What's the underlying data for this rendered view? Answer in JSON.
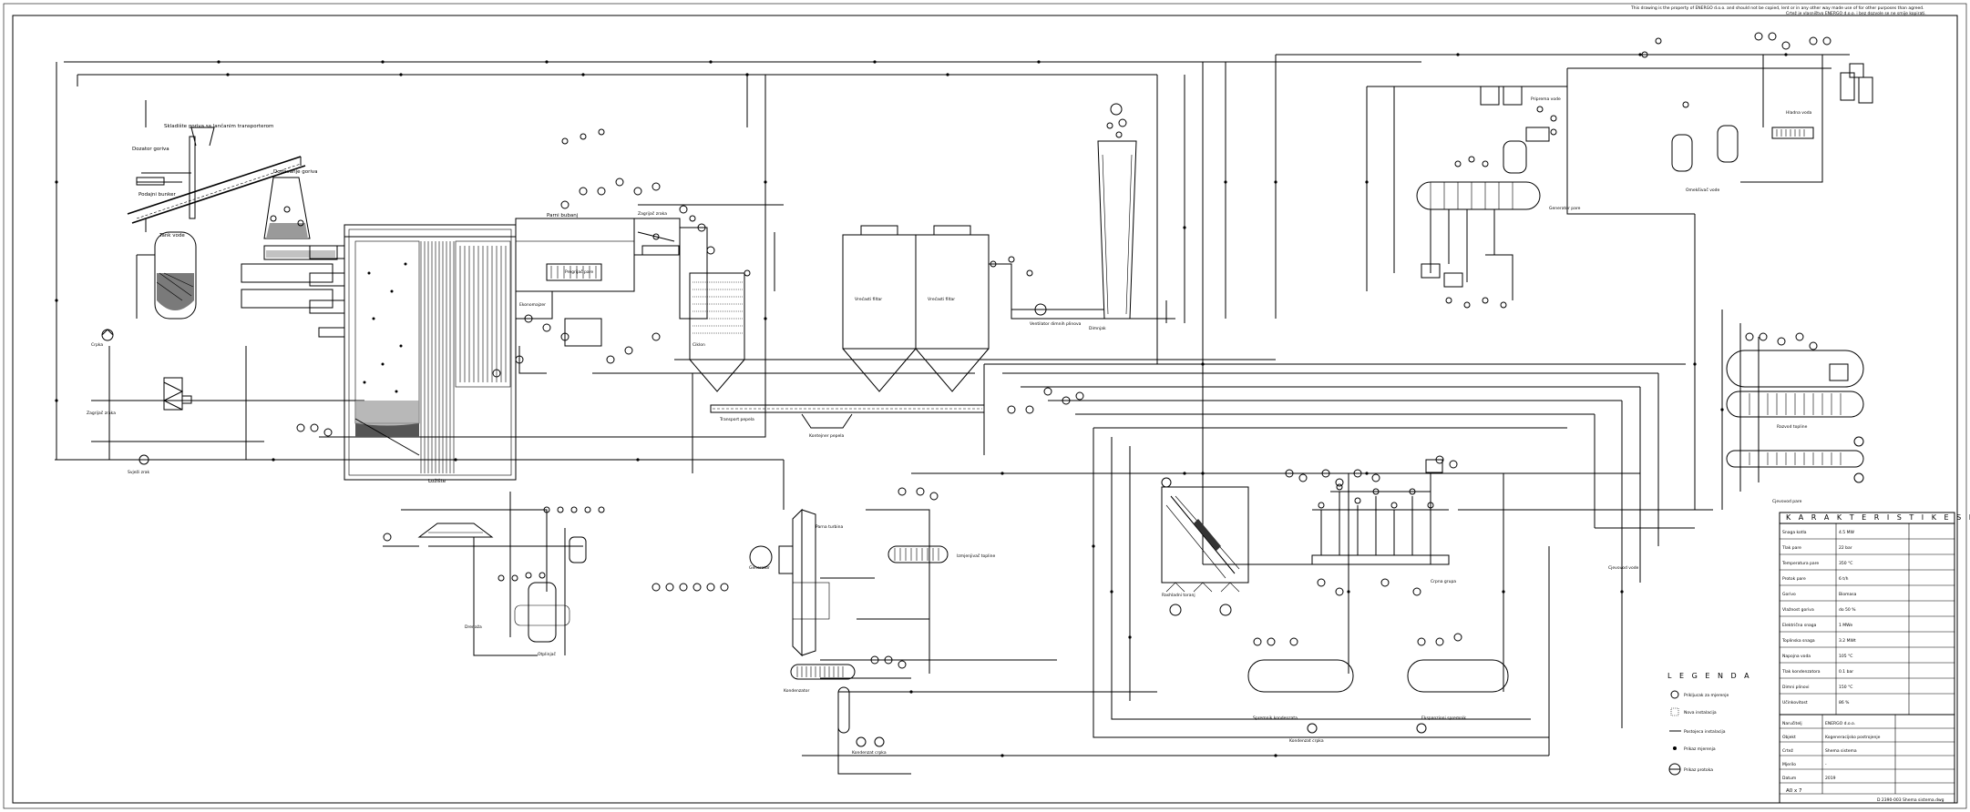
{
  "sheet": {
    "top_note_1": "This drawing is the property of ENERGO d.o.o. and should not be copied, lent or in any other way made use of for other purposes than agreed.",
    "top_note_2": "Crtež je vlasništvo ENERGO d.o.o. i bez dozvole se ne smije kopirati."
  },
  "labels": {
    "biomass_conveyor": "Skladište goriva sa lančanim transporterom",
    "fuel_bunker": "Podajni bunker",
    "fuel_feed": "Dozator goriva",
    "fuel_feed_2": "Dodavanje goriva",
    "hot_water_tank": "Tank vode",
    "feed_pump": "Crpka",
    "air_preheater": "Zagrijač zraka",
    "fresh_air": "Svježi zrak",
    "steam_drum": "Parni bubanj",
    "superheater": "Pregrijač pare",
    "economizer": "Ekonomajzer",
    "air_heater": "Zagrijač zraka",
    "flue_cyclone": "Ciklon",
    "bag_filter_1": "Vrećasti filtar",
    "bag_filter_2": "Vrećasti filtar",
    "flue_fan": "Ventilator dimnih plinova",
    "chimney": "Dimnjak",
    "ash_transport": "Transport pepela",
    "ash_container": "Kontejner pepela",
    "furnace": "Ložište",
    "deaerator": "Otplinjač",
    "turbine": "Parna turbina",
    "generator": "Generator",
    "condenser": "Kondenzator",
    "cooling_tower": "Rashladni toranj",
    "condensate_tank": "Spremnik kondenzata",
    "heat_exchanger": "Izmjenjivač topline",
    "steam_generator": "Generator pare",
    "flash_tank": "Ekspanzioni spremnik",
    "cond_pump_1": "Kondenzat crpka",
    "cond_pump_2": "Kondenzat crpka",
    "water_treatment": "Priprema vode",
    "softener": "Omekšivač vode",
    "heating_out": "Razvod topline",
    "pump_group": "Crpna grupa",
    "drain": "Drenaža",
    "cold_water": "Hladna voda",
    "pipe_1": "Cjevovod pare",
    "pipe_2": "Cjevovod vode"
  },
  "characteristics": {
    "title": "K A R A K T E R I S T I K E   S I S T E M A",
    "rows": [
      [
        "Snaga kotla",
        "4.5 MW"
      ],
      [
        "Tlak pare",
        "22 bar"
      ],
      [
        "Temperatura pare",
        "350 °C"
      ],
      [
        "Protok pare",
        "6 t/h"
      ],
      [
        "Gorivo",
        "Biomasa"
      ],
      [
        "Vlažnost goriva",
        "do 50 %"
      ],
      [
        "Električna snaga",
        "1 MWe"
      ],
      [
        "Toplinska snaga",
        "3.2 MWt"
      ],
      [
        "Napojna voda",
        "105 °C"
      ],
      [
        "Tlak kondenzatora",
        "0.1 bar"
      ],
      [
        "Dimni plinovi",
        "150 °C"
      ],
      [
        "Učinkovitost",
        "86 %"
      ]
    ]
  },
  "legend": {
    "title": "L E G E N D A",
    "items": [
      "Prikljucak za mjerenje",
      "Nova instalacija",
      "Postojeca instalacija",
      "Prikaz mjerenja",
      "Prikaz protoka"
    ]
  },
  "title_block": {
    "rows": [
      [
        "Naručitelj",
        "ENERGO d.o.o."
      ],
      [
        "Objekt",
        "Kogeneracijsko postrojenje"
      ],
      [
        "Crtež",
        "Shema sistema"
      ],
      [
        "Mjerilo",
        "-"
      ],
      [
        "Datum",
        "2019"
      ]
    ],
    "format": "A0 x 7",
    "number": "D 2390-003 Shema sistema.dwg"
  }
}
